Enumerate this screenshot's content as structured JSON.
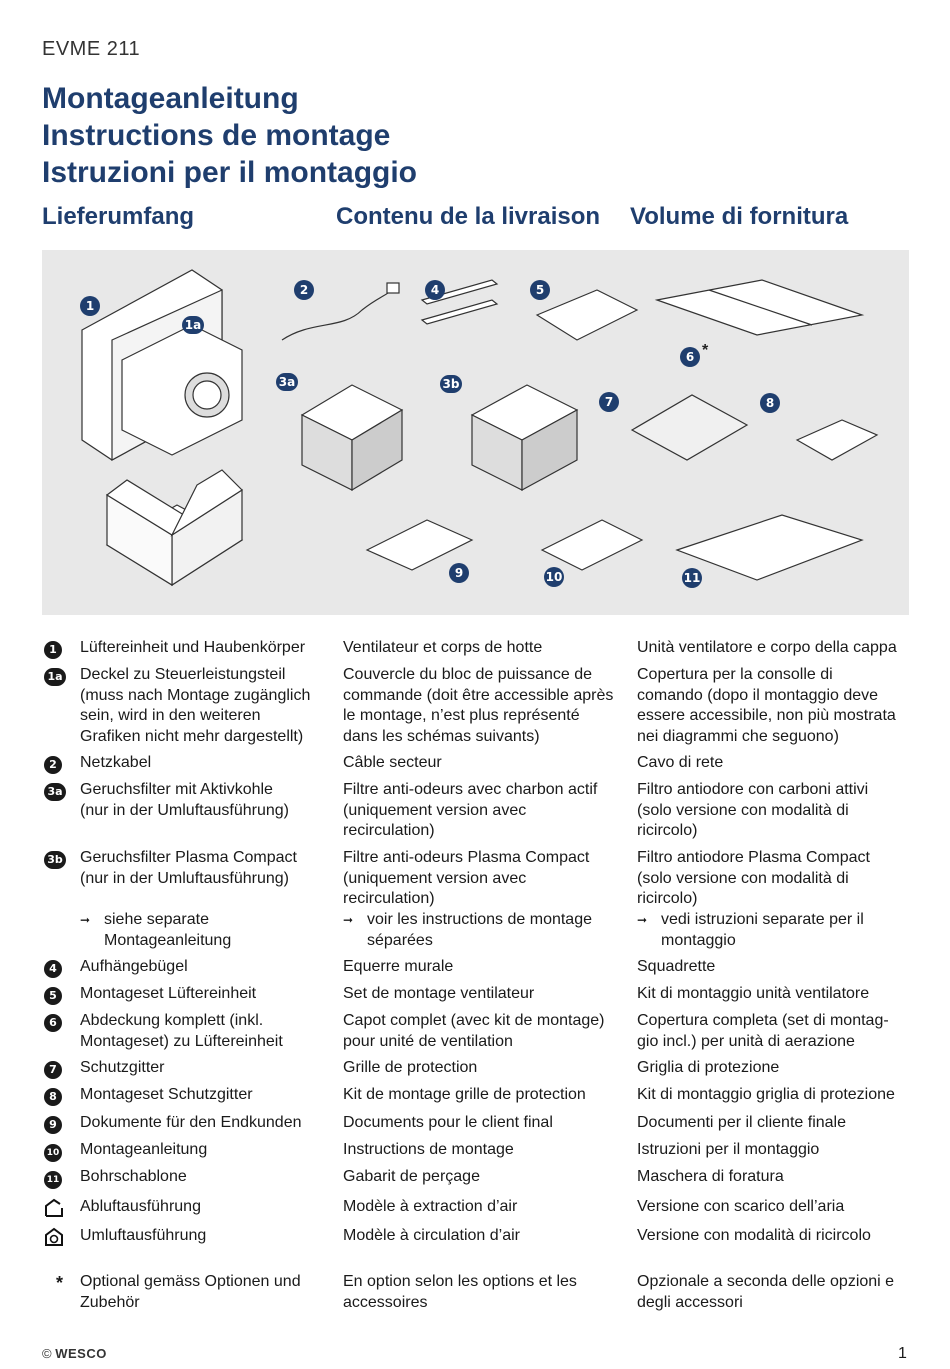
{
  "model": "EVME 211",
  "titles": [
    "Montageanleitung",
    "Instructions de montage",
    "Istruzioni per il montaggio"
  ],
  "subheads": [
    "Lieferumfang",
    "Contenu de la livraison",
    "Volume di fornitura"
  ],
  "figure_badges": [
    "1",
    "1a",
    "2",
    "4",
    "5",
    "6",
    "*",
    "3a",
    "3b",
    "7",
    "8",
    "9",
    "10",
    "11"
  ],
  "items": [
    {
      "num": "1",
      "de": "Lüftereinheit und Haubenkörper",
      "fr": "Ventilateur et corps de hotte",
      "it": "Unità ventilatore e corpo della cappa"
    },
    {
      "num": "1a",
      "de": "Deckel zu Steuerleistungsteil\n(muss nach Montage zugänglich\nsein, wird in den weiteren\nGrafiken nicht mehr dargestellt)",
      "fr": "Couvercle du bloc de puissance de\ncommande (doit être accessible après\nle montage, n’est plus représenté\ndans les schémas suivants)",
      "it": "Copertura per la consolle di\ncomando (dopo il montaggio deve\nessere accessibile, non più mostrata\nnei diagrammi che seguono)"
    },
    {
      "num": "2",
      "de": "Netzkabel",
      "fr": "Câble secteur",
      "it": "Cavo di rete"
    },
    {
      "num": "3a",
      "de": "Geruchsfilter mit Aktivkohle\n(nur in der Umluftausführung)",
      "fr": "Filtre anti-odeurs avec charbon actif\n(uniquement version avec\nrecirculation)",
      "it": "Filtro antiodore con carboni attivi\n(solo versione con modalità di\nricircolo)"
    },
    {
      "num": "3b",
      "de": "Geruchsfilter Plasma Compact\n(nur in der Umluftausführung)",
      "fr": "Filtre anti-odeurs Plasma Compact\n(uniquement version avec\nrecirculation)",
      "it": "Filtro antiodore Plasma Compact\n(solo versione con modalità di\nricircolo)"
    },
    {
      "num": "4",
      "de": "Aufhängebügel",
      "fr": "Equerre murale",
      "it": "Squadrette"
    },
    {
      "num": "5",
      "de": "Montageset Lüftereinheit",
      "fr": "Set de montage ventilateur",
      "it": "Kit di montaggio unità ventilatore"
    },
    {
      "num": "6",
      "de": "Abdeckung komplett (inkl.\nMontageset) zu Lüftereinheit",
      "fr": "Capot complet (avec kit de montage)\npour unité de ventilation",
      "it": "Copertura completa (set di montag-\ngio incl.) per unità di aerazione"
    },
    {
      "num": "7",
      "de": "Schutzgitter",
      "fr": "Grille de protection",
      "it": "Griglia di protezione"
    },
    {
      "num": "8",
      "de": "Montageset Schutzgitter",
      "fr": "Kit de montage grille de protection",
      "it": "Kit di montaggio griglia di protezione"
    },
    {
      "num": "9",
      "de": "Dokumente für den Endkunden",
      "fr": "Documents pour le client final",
      "it": "Documenti per il cliente finale"
    },
    {
      "num": "10",
      "de": "Montageanleitung",
      "fr": "Instructions de montage",
      "it": "Istruzioni per il montaggio"
    },
    {
      "num": "11",
      "de": "Bohrschablone",
      "fr": "Gabarit de perçage",
      "it": "Maschera di foratura"
    },
    {
      "num": "",
      "de": "Abluftausführung",
      "fr": "Modèle à extraction d’air",
      "it": "Versione con scarico dell’aria"
    },
    {
      "num": "",
      "de": "Umluftausführung",
      "fr": "Modèle à circulation d’air",
      "it": "Versione con modalità di ricircolo"
    }
  ],
  "refs": {
    "de": "siehe separate\nMontageanleitung",
    "fr": "voir les instructions de montage\nséparées",
    "it": "vedi istruzioni separate per il\nmontaggio"
  },
  "optional": {
    "mark": "*",
    "de": "Optional gemäss Optionen und\nZubehör",
    "fr": "En option selon les options et les\naccessoires",
    "it": "Opzionale a seconda delle opzioni e\ndegli accessori"
  },
  "footer": {
    "copyright": "©",
    "brand": "WESCO",
    "page": "1"
  },
  "colors": {
    "title": "#1f3e6e",
    "figure_bg": "#e8e8e8",
    "badge": "#1f3e6e"
  }
}
